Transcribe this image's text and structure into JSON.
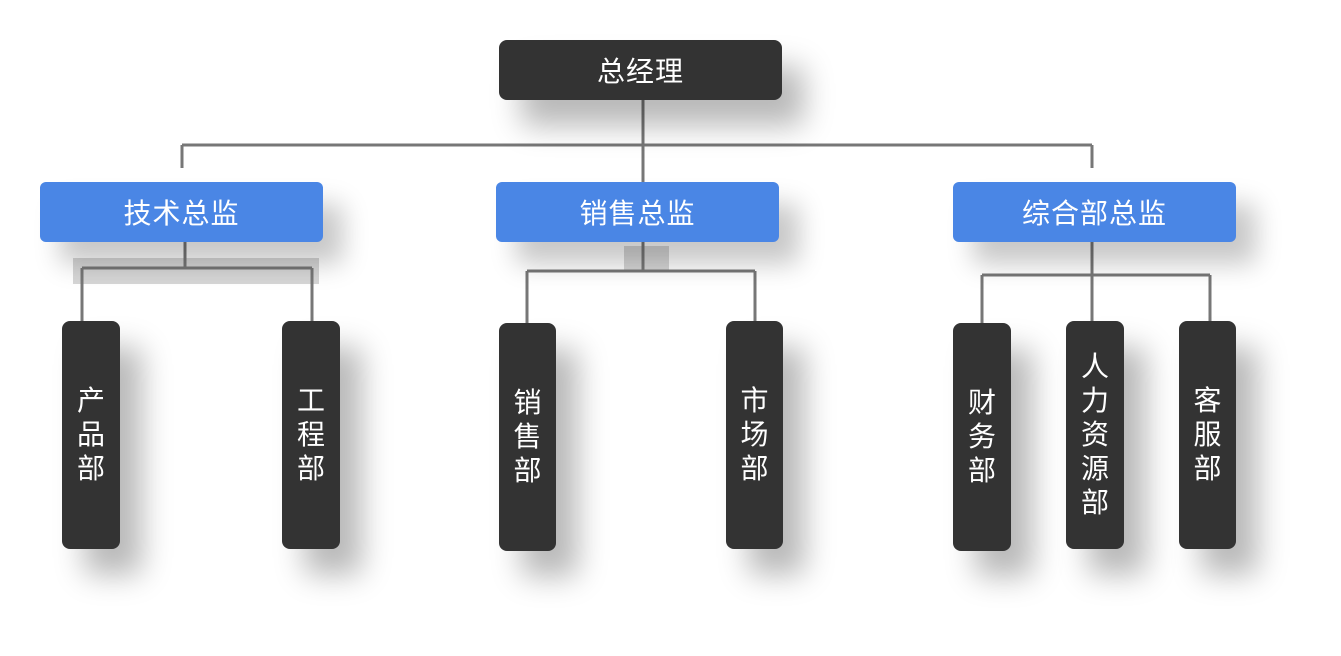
{
  "root": {
    "label": "总经理"
  },
  "directors": [
    {
      "label": "技术总监",
      "departments": [
        "产品部",
        "工程部"
      ]
    },
    {
      "label": "销售总监",
      "departments": [
        "销售部",
        "市场部"
      ]
    },
    {
      "label": "综合部总监",
      "departments": [
        "财务部",
        "人力资源部",
        "客服部"
      ]
    }
  ],
  "colors": {
    "dark_node": "#333333",
    "director_node": "#4a86e5",
    "connector": "#777777",
    "text": "#ffffff"
  }
}
